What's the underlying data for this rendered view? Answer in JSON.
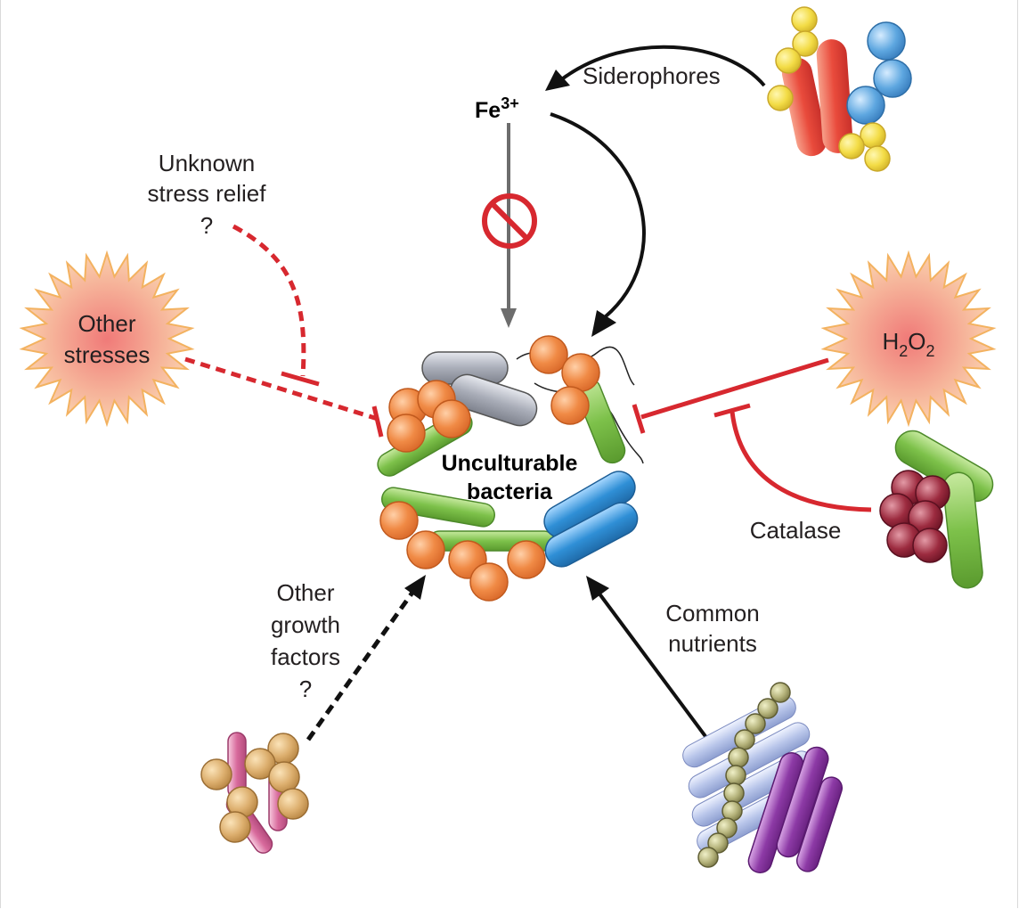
{
  "labels": {
    "siderophores": "Siderophores",
    "fe_base": "Fe",
    "fe_charge": "3+",
    "stress_relief_1": "Unknown",
    "stress_relief_2": "stress relief",
    "stress_relief_q": "?",
    "other_stresses_1": "Other",
    "other_stresses_2": "stresses",
    "h2o2_h": "H",
    "h2o2_sub1": "2",
    "h2o2_o": "O",
    "h2o2_sub2": "2",
    "center_1": "Unculturable",
    "center_2": "bacteria",
    "catalase": "Catalase",
    "growth_1": "Other",
    "growth_2": "growth",
    "growth_3": "factors",
    "growth_q": "?",
    "nutrients_1": "Common",
    "nutrients_2": "nutrients"
  },
  "colors": {
    "inhibit_red": "#d7282f",
    "activate_black": "#111111",
    "blocked_gray": "#6d6d6d",
    "burst_fill": "#f6b49a",
    "burst_stroke": "#f0a36a",
    "orange_cell": "#f08a45",
    "green_rod": "#7dc14a",
    "blue_rod": "#2f8fd6",
    "gray_rod": "#a9adb8"
  }
}
